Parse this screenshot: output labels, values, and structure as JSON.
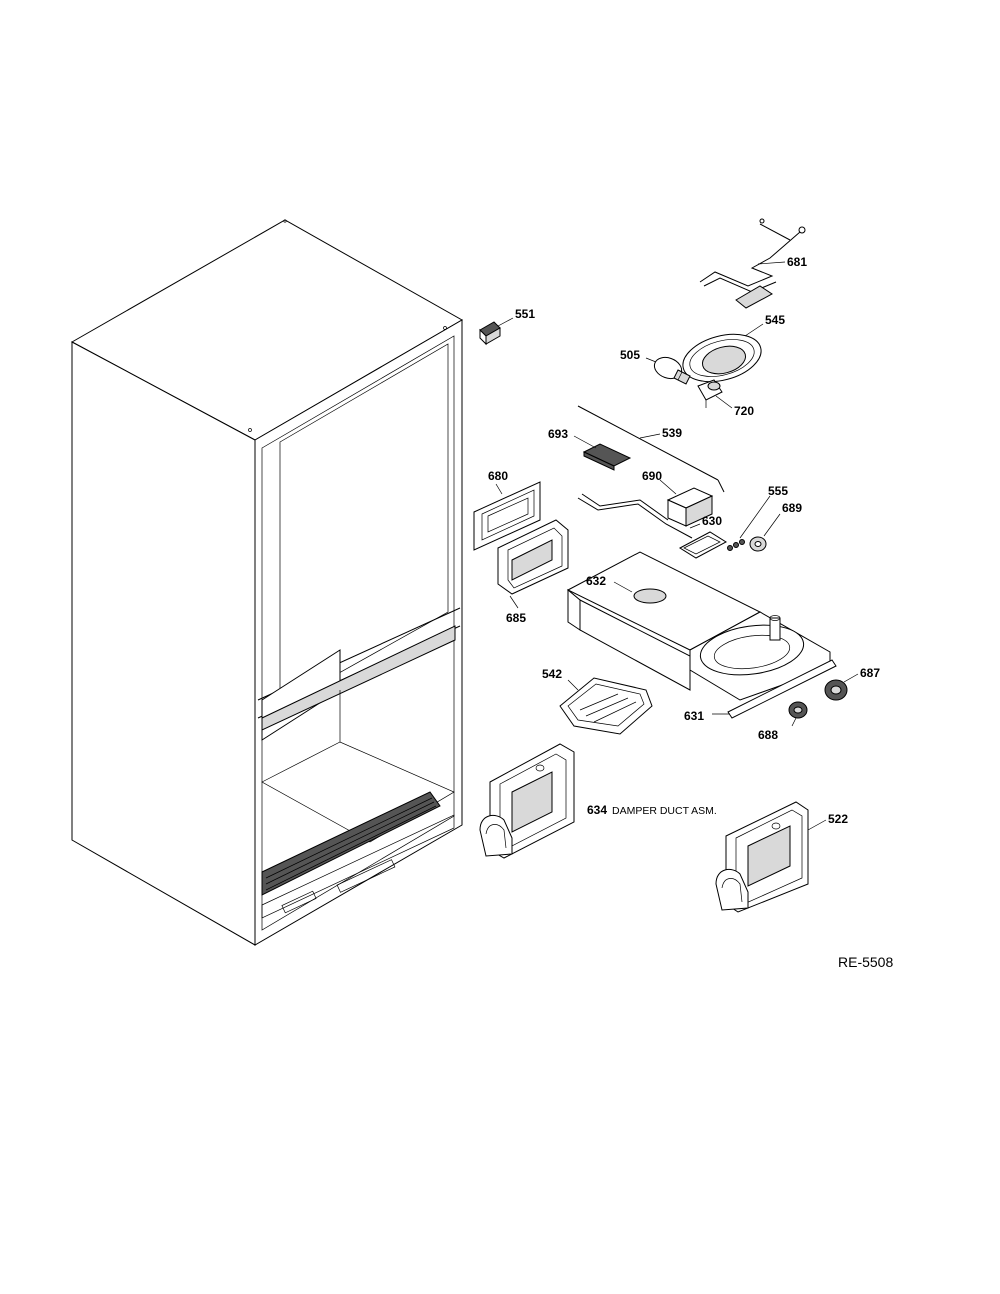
{
  "parts": [
    {
      "id": "p681",
      "number": "681"
    },
    {
      "id": "p551",
      "number": "551"
    },
    {
      "id": "p545",
      "number": "545"
    },
    {
      "id": "p505",
      "number": "505"
    },
    {
      "id": "p720",
      "number": "720"
    },
    {
      "id": "p693",
      "number": "693"
    },
    {
      "id": "p539",
      "number": "539"
    },
    {
      "id": "p680",
      "number": "680"
    },
    {
      "id": "p690",
      "number": "690"
    },
    {
      "id": "p555",
      "number": "555"
    },
    {
      "id": "p689",
      "number": "689"
    },
    {
      "id": "p630",
      "number": "630"
    },
    {
      "id": "p632",
      "number": "632"
    },
    {
      "id": "p685",
      "number": "685"
    },
    {
      "id": "p542",
      "number": "542"
    },
    {
      "id": "p687",
      "number": "687"
    },
    {
      "id": "p631",
      "number": "631"
    },
    {
      "id": "p688",
      "number": "688"
    },
    {
      "id": "p634",
      "number": "634",
      "description": "DAMPER DUCT ASM."
    },
    {
      "id": "p522",
      "number": "522"
    }
  ],
  "document_code": "RE-5508"
}
